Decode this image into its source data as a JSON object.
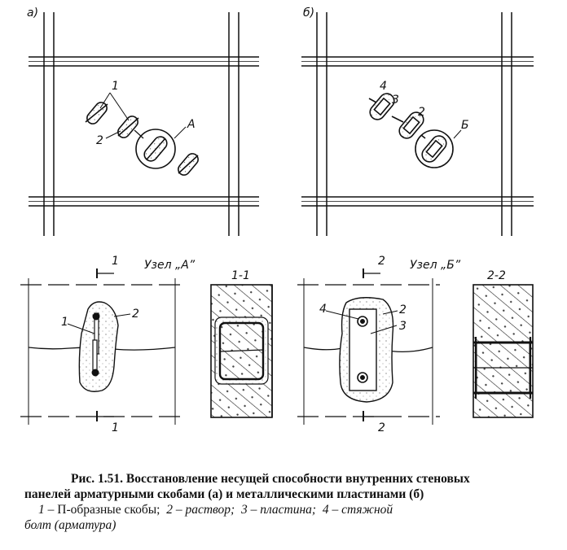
{
  "figure": {
    "panel_a_label": "а)",
    "panel_b_label": "б)",
    "panel_a_callouts": {
      "c1": "1",
      "c2": "2",
      "node": "А"
    },
    "panel_b_callouts": {
      "c4": "4",
      "c3": "3",
      "c2": "2",
      "node": "Б"
    },
    "node_a_title": "Узел „А”",
    "node_b_title": "Узел „Б”",
    "section_1_title": "1-1",
    "section_2_title": "2-2",
    "section_mark_1": "1",
    "section_mark_2": "2",
    "node_a_callouts": {
      "c1": "1",
      "c2": "2"
    },
    "node_b_callouts": {
      "c4": "4",
      "c2": "2",
      "c3": "3"
    }
  },
  "caption": {
    "number": "Рис. 1.51.",
    "title_line1": "Восстановление несущей способности внутренних стеновых",
    "title_line2": "панелей арматурными скобами (а) и металлическими пластинами (б)",
    "legend_1_num": "1",
    "legend_1_text": "– П-образные скобы;",
    "legend_2": "2 – раствор;",
    "legend_3": "3 – пластина;",
    "legend_4": "4 – стяжной",
    "legend_4_cont": "болт (арматура)"
  }
}
